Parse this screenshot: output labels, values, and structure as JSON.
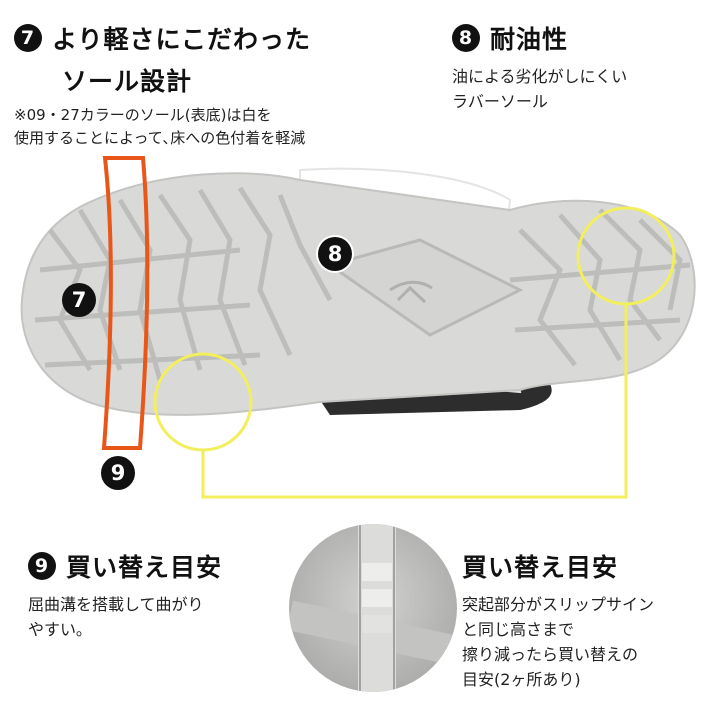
{
  "colors": {
    "accent_orange": "#e8561a",
    "highlight_yellow": "#f3ef5c",
    "badge": "#111111",
    "sole": "#d8d8d6"
  },
  "feature7": {
    "number": "7",
    "title_line1": "より軽さにこだわった",
    "title_line2": "ソール設計",
    "note": "※09・27カラーのソール(表底)は白を\n使用することによって､床への色付着を軽減"
  },
  "feature8": {
    "number": "8",
    "title": "耐油性",
    "desc": "油による劣化がしにくい\nラバーソール"
  },
  "feature9": {
    "number": "9",
    "title": "買い替え目安",
    "desc": "屈曲溝を搭載して曲がり\nやすい｡"
  },
  "replace": {
    "title": "買い替え目安",
    "desc": "突起部分がスリップサイン\nと同じ高さまで\n擦り減ったら買い替えの\n目安(2ヶ所あり)"
  },
  "sole_markers": {
    "m7": "7",
    "m8": "8",
    "m9": "9"
  },
  "icons": {
    "logo": "mizuno-runbird-icon"
  }
}
